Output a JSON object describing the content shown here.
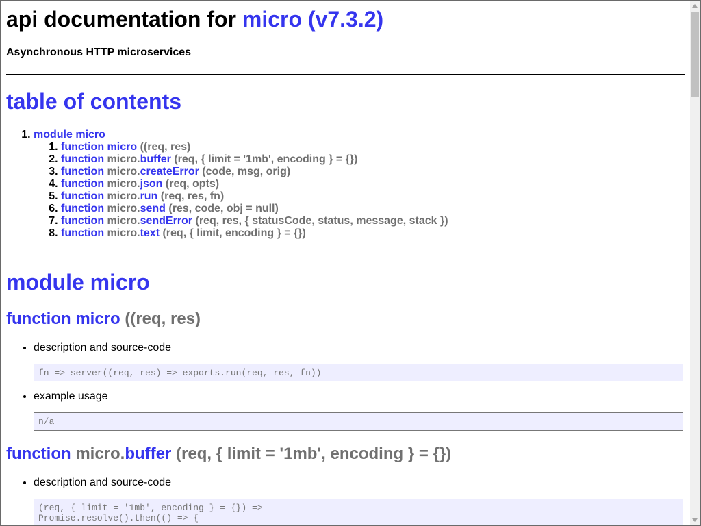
{
  "header": {
    "title_prefix": "api documentation for ",
    "title_name": "micro",
    "title_version": "(v7.3.2)",
    "subtitle": "Asynchronous HTTP microservices"
  },
  "toc": {
    "heading": "table of contents",
    "module_label": "module micro",
    "items": [
      {
        "kw": "function",
        "obj": "",
        "name": "micro",
        "args": "((req, res)"
      },
      {
        "kw": "function",
        "obj": "micro.",
        "name": "buffer",
        "args": "(req, { limit = '1mb', encoding } = {})"
      },
      {
        "kw": "function",
        "obj": "micro.",
        "name": "createError",
        "args": "(code, msg, orig)"
      },
      {
        "kw": "function",
        "obj": "micro.",
        "name": "json",
        "args": "(req, opts)"
      },
      {
        "kw": "function",
        "obj": "micro.",
        "name": "run",
        "args": "(req, res, fn)"
      },
      {
        "kw": "function",
        "obj": "micro.",
        "name": "send",
        "args": "(res, code, obj = null)"
      },
      {
        "kw": "function",
        "obj": "micro.",
        "name": "sendError",
        "args": "(req, res, { statusCode, status, message, stack })"
      },
      {
        "kw": "function",
        "obj": "micro.",
        "name": "text",
        "args": "(req, { limit, encoding } = {})"
      }
    ]
  },
  "module": {
    "heading": "module micro",
    "functions": [
      {
        "kw": "function",
        "obj": "",
        "name": "micro",
        "args": " ((req, res)",
        "desc_label": "description and source-code",
        "source": "fn => server((req, res) => exports.run(req, res, fn))",
        "example_label": "example usage",
        "example": "n/a"
      },
      {
        "kw": "function",
        "obj": "micro.",
        "name": "buffer",
        "args": " (req, { limit = '1mb', encoding } = {})",
        "desc_label": "description and source-code",
        "source": "(req, { limit = '1mb', encoding } = {}) =>\nPromise.resolve().then(() => {"
      }
    ]
  }
}
